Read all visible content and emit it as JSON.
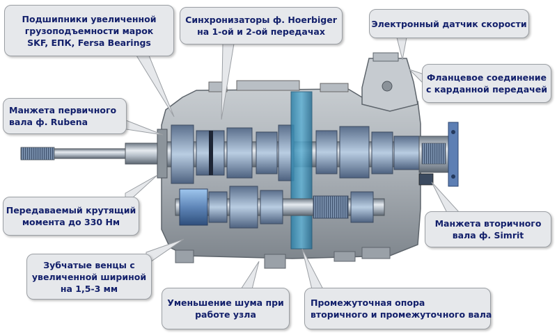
{
  "callouts": {
    "bearings": {
      "lines": [
        "Подшипники увеличенной",
        "грузоподъемности марок",
        "SKF, ЕПК, Fersa Bearings"
      ]
    },
    "synchronizers": {
      "lines": [
        "Синхронизаторы ф. Hoerbiger",
        "на 1-ой и 2-ой передачах"
      ]
    },
    "speed_sensor": {
      "lines": [
        "Электронный датчик скорости"
      ]
    },
    "flange": {
      "lines": [
        "Фланцевое соединение",
        "с карданной передачей"
      ]
    },
    "input_seal": {
      "lines": [
        "Манжета первичного",
        "вала ф. Rubena"
      ]
    },
    "torque": {
      "lines": [
        "Передаваемый крутящий",
        "момента до 330 Нм"
      ]
    },
    "output_seal": {
      "lines": [
        "Манжета вторичного",
        "вала ф. Simrit"
      ]
    },
    "gear_rims": {
      "lines": [
        "Зубчатые венцы с",
        "увеличенной шириной",
        "на 1,5-3 мм"
      ]
    },
    "noise": {
      "lines": [
        "Уменьшение шума при",
        "работе узла"
      ]
    },
    "intermediate_support": {
      "lines": [
        "Промежуточная опора",
        "вторичного и промежуточного вала"
      ]
    }
  }
}
